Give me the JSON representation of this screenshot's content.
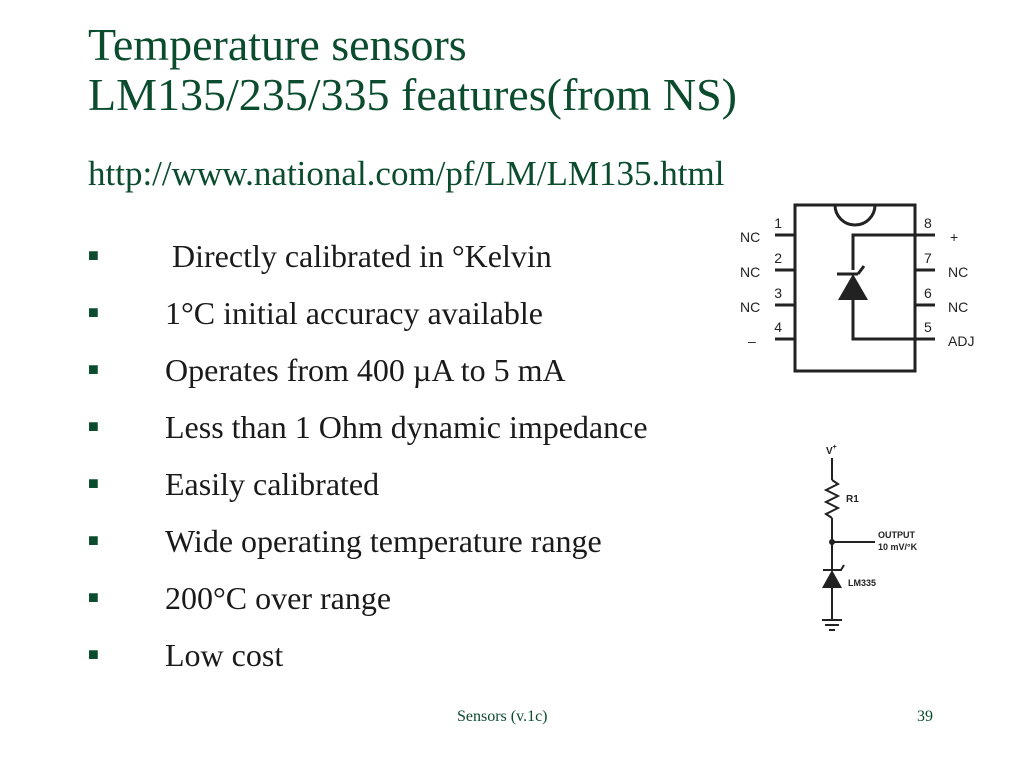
{
  "slide": {
    "title_lines": [
      "Temperature sensors",
      "LM135/235/335 features(from NS)"
    ],
    "url": "http://www.national.com/pf/LM/LM135.html",
    "bullet_marker": "■",
    "bullets": [
      "Directly calibrated in °Kelvin",
      "1°C initial accuracy available",
      "Operates from 400 µA to 5 mA",
      "Less than 1 Ohm dynamic impedance",
      "Easily calibrated",
      "Wide operating temperature range",
      "200°C over range",
      "Low cost"
    ],
    "footer": "Sensors (v.1c)",
    "page_number": "39"
  },
  "pinout": {
    "left_pins": [
      {
        "num": "1",
        "label": "NC"
      },
      {
        "num": "2",
        "label": "NC"
      },
      {
        "num": "3",
        "label": "NC"
      },
      {
        "num": "4",
        "label": "–"
      }
    ],
    "right_pins": [
      {
        "num": "8",
        "label": "+"
      },
      {
        "num": "7",
        "label": "NC"
      },
      {
        "num": "6",
        "label": "NC"
      },
      {
        "num": "5",
        "label": "ADJ"
      }
    ]
  },
  "circuit": {
    "supply_label": "V",
    "supply_sup": "+",
    "resistor_label": "R1",
    "output_label": "OUTPUT",
    "output_scale": "10 mV/°K",
    "device_label": "LM335"
  },
  "colors": {
    "title": "#0b4b2e",
    "text": "#1a1a1a",
    "figure": "#222222"
  }
}
